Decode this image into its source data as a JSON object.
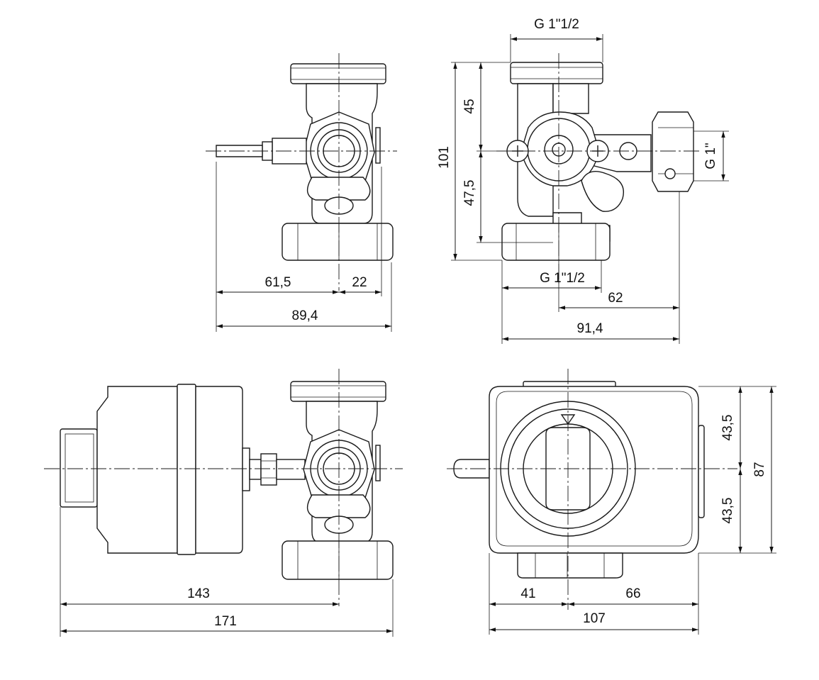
{
  "dimensions": {
    "view1": {
      "d_61_5": "61,5",
      "d_22": "22",
      "d_89_4": "89,4"
    },
    "view2": {
      "thread_top": "G 1\"1/2",
      "thread_bottom": "G 1\"1/2",
      "thread_side": "G 1\"",
      "d_45": "45",
      "d_101": "101",
      "d_47_5": "47,5",
      "d_62": "62",
      "d_91_4": "91,4"
    },
    "view3": {
      "d_143": "143",
      "d_171": "171"
    },
    "view4": {
      "d_43_5_top": "43,5",
      "d_43_5_bottom": "43,5",
      "d_87": "87",
      "d_41": "41",
      "d_66": "66",
      "d_107": "107"
    }
  }
}
